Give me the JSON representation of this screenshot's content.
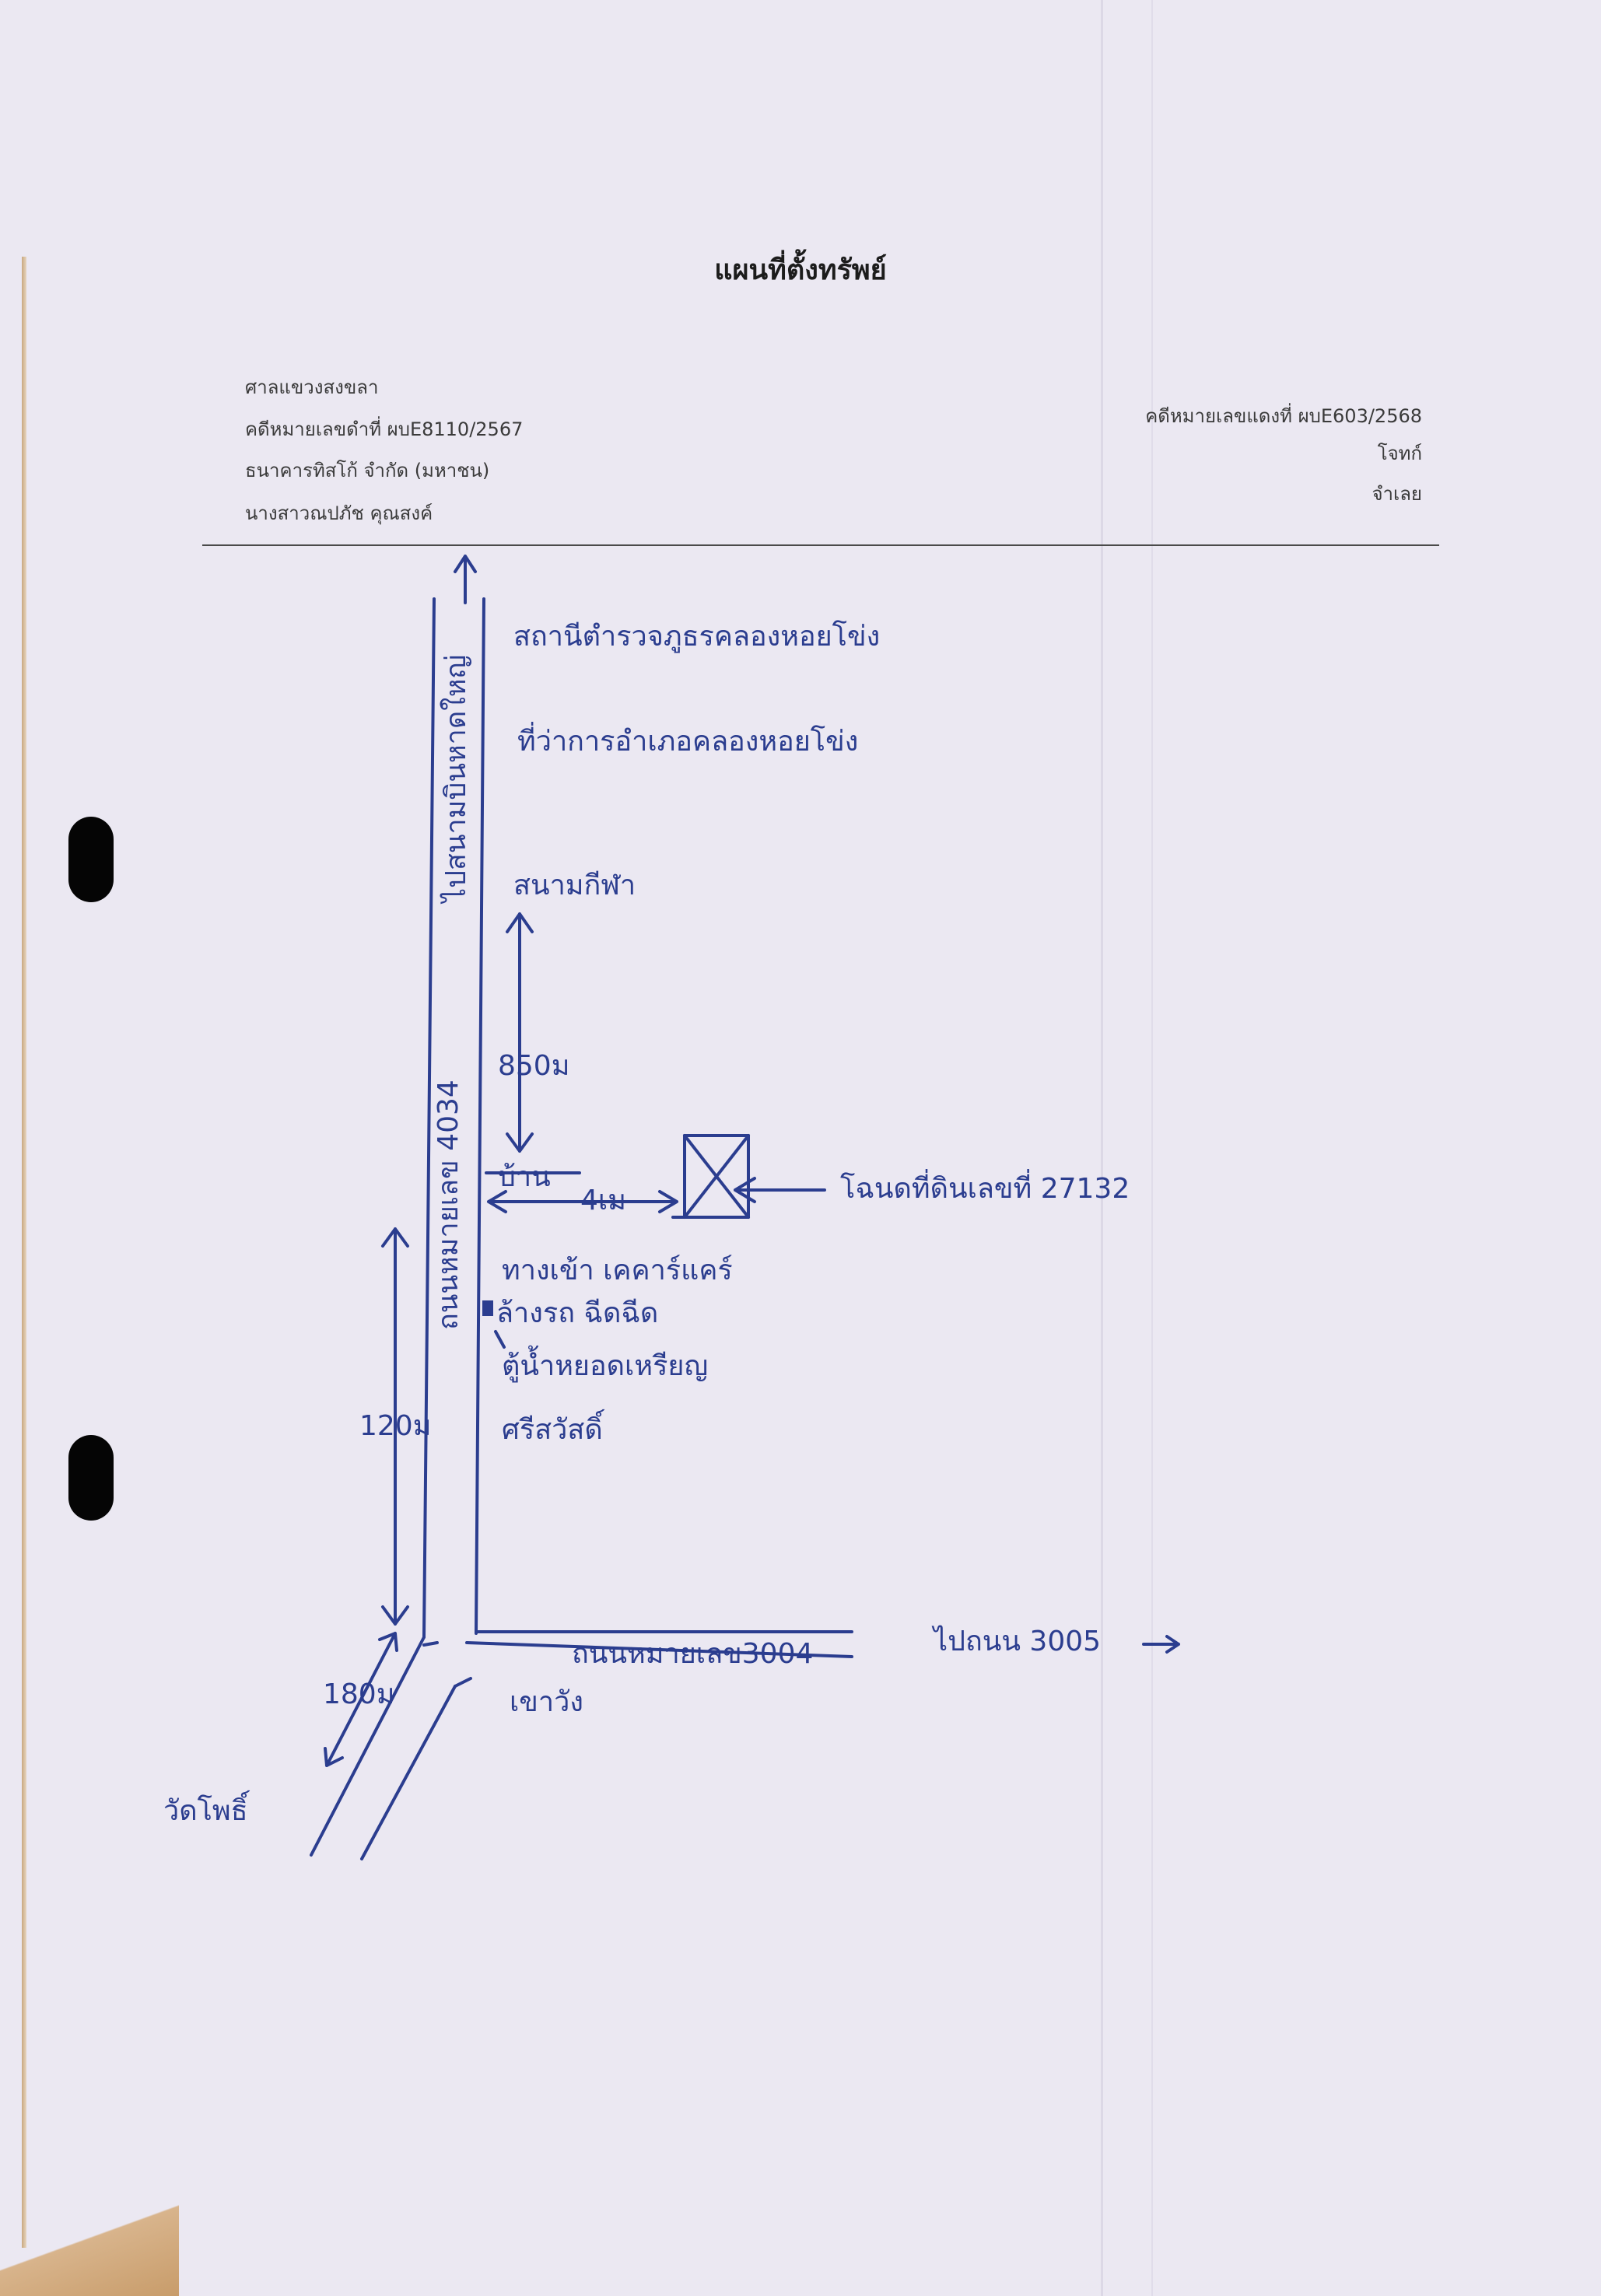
{
  "document": {
    "title": "แผนที่ตั้งทรัพย์",
    "left_header": {
      "court": "ศาลแขวงสงขลา",
      "black_case": "คดีหมายเลขดำที่ ผบE8110/2567",
      "plaintiff": "ธนาคารทิสโก้ จำกัด (มหาชน)",
      "defendant": "นางสาวณปภัช คุณสงค์"
    },
    "right_header": {
      "red_case": "คดีหมายเลขแดงที่ ผบE603/2568",
      "plaintiff_role": "โจทก์",
      "defendant_role": "จำเลย"
    }
  },
  "map": {
    "road_4034_label": "ถนนหมายเลข 4034",
    "to_airport_label": "ไปสนามบินหาดใหญ่",
    "police_station": "สถานีตำรวจภูธรคลองหอยโข่ง",
    "district_office": "ที่ว่าการอำเภอคลองหอยโข่ง",
    "sports_field": "สนามกีฬา",
    "distance_850": "850ม",
    "house_label": "บ้าน",
    "distance_4m": "4เม",
    "deed_label": "โฉนดที่ดินเลขที่ 27132",
    "entrance_label": "ทางเข้า เคคาร์แคร์",
    "car_wash_label": "ล้างรถ ฉีดฉีด",
    "vending_label": "ตู้น้ำหยอดเหรียญ",
    "sri_sawat_label": "ศรีสวัสดิ์",
    "distance_1200": "120ม",
    "road_3004_label": "ถนนหมายเลข3004",
    "to_road_3005": "ไปถนน 3005",
    "junction_label": "เขาวัง",
    "distance_180": "180ม",
    "temple_label": "วัดโพธิ์"
  }
}
